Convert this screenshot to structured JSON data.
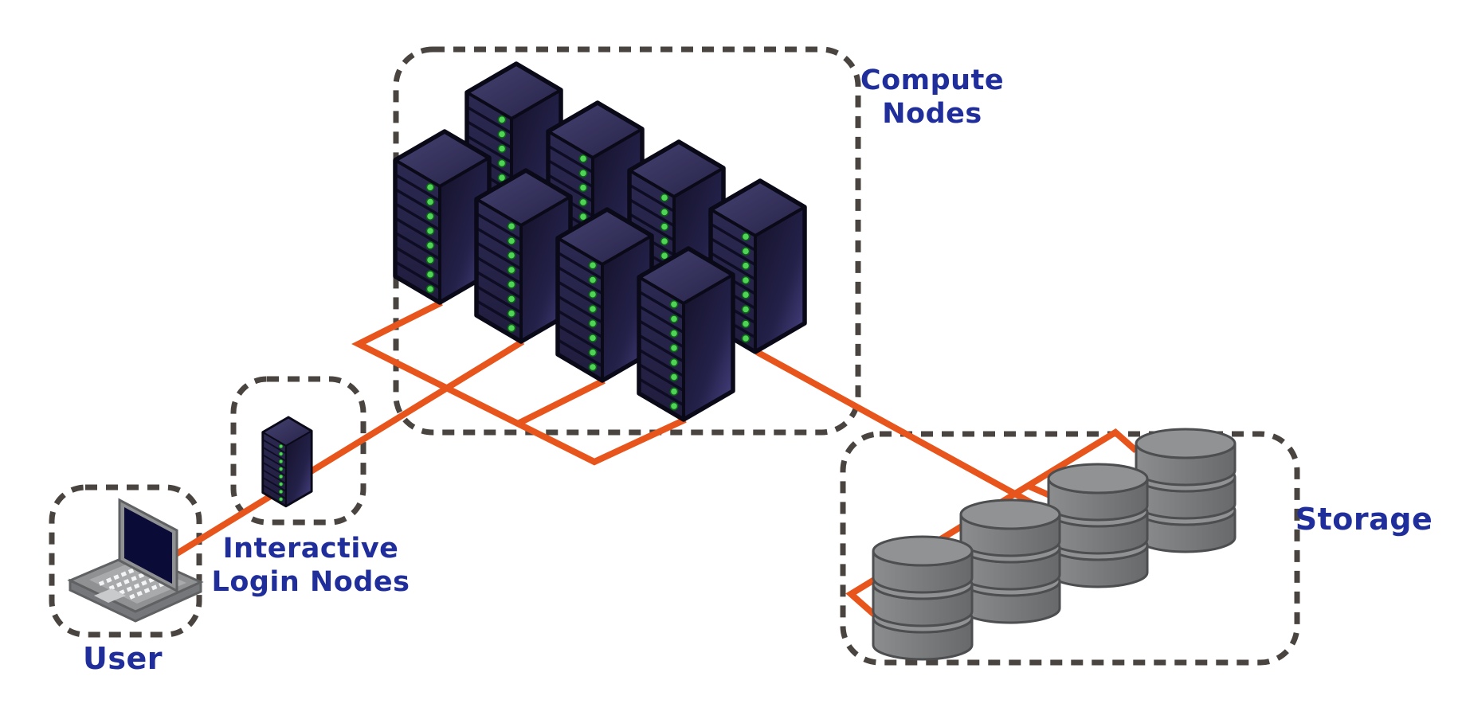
{
  "diagram": {
    "type": "hpc-architecture",
    "groups": {
      "user": {
        "label": "User"
      },
      "login": {
        "label_line1": "Interactive",
        "label_line2": "Login Nodes",
        "node_count": 1
      },
      "compute": {
        "label_line1": "Compute",
        "label_line2": "Nodes",
        "node_count": 8
      },
      "storage": {
        "label": "Storage",
        "stack_count": 4,
        "disks_per_stack": 3
      }
    },
    "colors": {
      "label_text": "#202e9c",
      "connection_orange": "#e8551c",
      "boundary_dash": "#4a4440",
      "server_navy": "#262348",
      "led_green": "#4fd455",
      "disk_gray": "#7d7f81"
    }
  }
}
